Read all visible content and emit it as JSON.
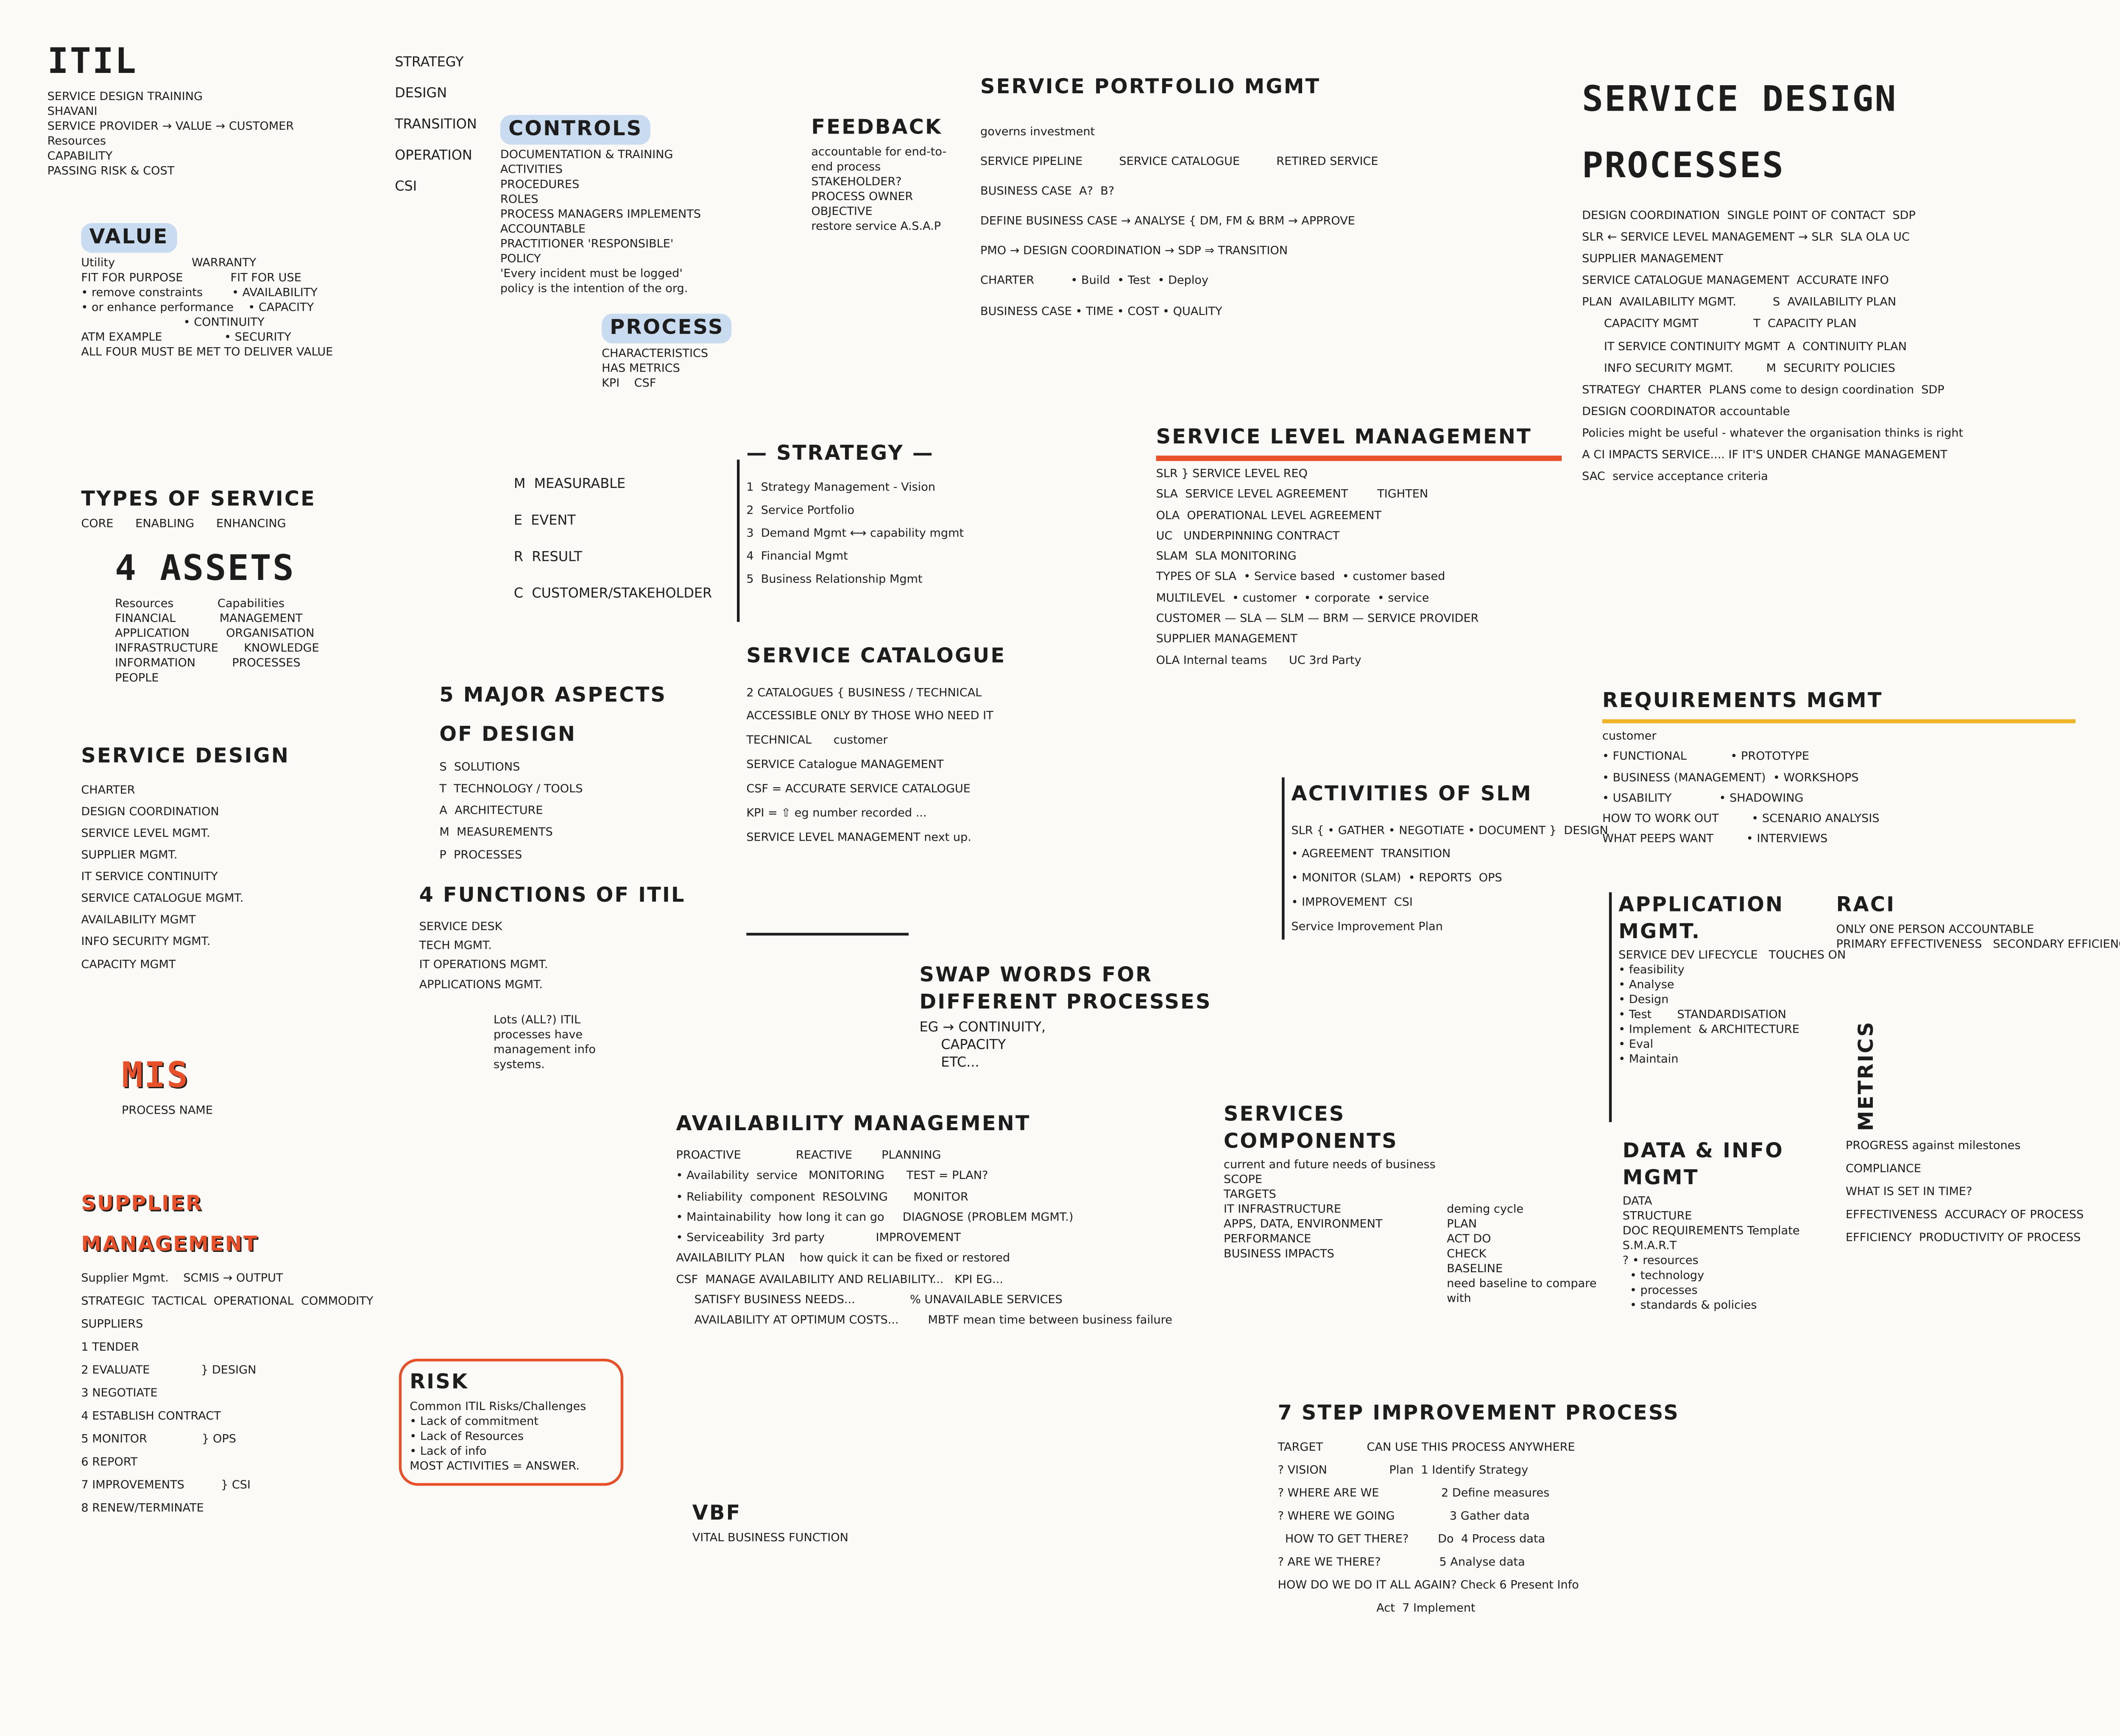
{
  "colors": {
    "ink": "#1d1d1d",
    "orange": "#e8502a",
    "blue": "#c9dcef",
    "yellow": "#f0b429",
    "paper": "#fbfaf6"
  },
  "sections": {
    "itil": {
      "title": "ITIL",
      "lines": [
        "SERVICE DESIGN TRAINING",
        "SHAVANI",
        "SERVICE PROVIDER → VALUE → CUSTOMER",
        "Resources",
        "CAPABILITY",
        "PASSING RISK & COST"
      ]
    },
    "lifecycle": {
      "title": "",
      "lines": [
        "STRATEGY",
        "DESIGN",
        "TRANSITION",
        "OPERATION",
        "CSI"
      ]
    },
    "value": {
      "title": "VALUE",
      "lines": [
        "Utility                     WARRANTY",
        "FIT FOR PURPOSE             FIT FOR USE",
        "• remove constraints        • AVAILABILITY",
        "• or enhance performance    • CAPACITY",
        "                            • CONTINUITY",
        "ATM EXAMPLE                 • SECURITY",
        "ALL FOUR MUST BE MET TO DELIVER VALUE"
      ]
    },
    "types": {
      "title": "Types of Service",
      "lines": [
        "CORE      ENABLING      ENHANCING"
      ]
    },
    "assets": {
      "title": "4 ASSETS",
      "lines": [
        "Resources            Capabilities",
        "FINANCIAL            MANAGEMENT",
        "APPLICATION          ORGANISATION",
        "INFRASTRUCTURE       KNOWLEDGE",
        "INFORMATION          PROCESSES",
        "PEOPLE"
      ]
    },
    "sdleft": {
      "title": "SERVICE DESIGN",
      "lines": [
        "CHARTER",
        "DESIGN COORDINATION",
        "SERVICE LEVEL MGMT.",
        "SUPPLIER MGMT.",
        "IT SERVICE CONTINUITY",
        "SERVICE CATALOGUE MGMT.",
        "AVAILABILITY MGMT",
        "INFO SECURITY MGMT.",
        "CAPACITY MGMT"
      ]
    },
    "mis": {
      "title": "MIS",
      "lines": [
        "PROCESS NAME"
      ]
    },
    "controls": {
      "title": "CONTROLS",
      "lines": [
        "DOCUMENTATION & TRAINING",
        "ACTIVITIES",
        "PROCEDURES",
        "ROLES",
        "PROCESS MANAGERS IMPLEMENTS",
        "ACCOUNTABLE",
        "PRACTITIONER 'RESPONSIBLE'",
        "POLICY",
        "'Every incident must be logged'",
        "policy is the intention of the org."
      ]
    },
    "process": {
      "title": "PROCESS",
      "lines": [
        "CHARACTERISTICS",
        "HAS METRICS",
        "KPI    CSF"
      ]
    },
    "owner": {
      "title": "FEEDBACK",
      "lines": [
        "accountable for end-to-end process",
        "STAKEHOLDER?",
        "PROCESS OWNER",
        "OBJECTIVE",
        "restore service A.S.A.P"
      ]
    },
    "merc": {
      "title": "",
      "lines": [
        "M  MEASURABLE",
        "E  EVENT",
        "R  RESULT",
        "C  CUSTOMER/STAKEHOLDER"
      ]
    },
    "aspects": {
      "title": "5 MAJOR ASPECTS OF DESIGN",
      "lines": [
        "S  SOLUTIONS",
        "T  TECHNOLOGY / TOOLS",
        "A  ARCHITECTURE",
        "M  MEASUREMENTS",
        "P  PROCESSES"
      ]
    },
    "functions": {
      "title": "4 FUNCTIONS OF ITIL",
      "lines": [
        "SERVICE DESK",
        "TECH MGMT.",
        "IT OPERATIONS MGMT.",
        "APPLICATIONS MGMT."
      ]
    },
    "misnote": {
      "title": "",
      "lines": [
        "Lots (ALL?) ITIL",
        "processes have",
        "management info",
        "systems."
      ]
    },
    "strategy": {
      "title": "— STRATEGY —",
      "lines": [
        "1  Strategy Management - Vision",
        "2  Service Portfolio",
        "3  Demand Mgmt ⟷ capability mgmt",
        "4  Financial Mgmt",
        "5  Business Relationship Mgmt"
      ]
    },
    "catalogue": {
      "title": "SERVICE CATALOGUE",
      "lines": [
        "2 CATALOGUES { BUSINESS / TECHNICAL",
        "ACCESSIBLE ONLY BY THOSE WHO NEED IT",
        "TECHNICAL      customer",
        "SERVICE Catalogue MANAGEMENT",
        "CSF = ACCURATE SERVICE CATALOGUE",
        "KPI = ⇧ eg number recorded ...",
        "SERVICE LEVEL MANAGEMENT next up."
      ]
    },
    "portfolio": {
      "title": "SERVICE PORTFOLIO MGMT",
      "lines": [
        "governs investment",
        "SERVICE PIPELINE          SERVICE CATALOGUE          RETIRED SERVICE",
        "BUSINESS CASE  A?  B?",
        "DEFINE BUSINESS CASE → ANALYSE { DM, FM & BRM → APPROVE",
        "PMO → DESIGN COORDINATION → SDP ⇒ TRANSITION",
        "CHARTER          • Build  • Test  • Deploy",
        "BUSINESS CASE • TIME • COST • QUALITY"
      ]
    },
    "slm": {
      "title": "SERVICE LEVEL MANAGEMENT",
      "lines": [
        "SLR } SERVICE LEVEL REQ",
        "SLA  SERVICE LEVEL AGREEMENT        TIGHTEN",
        "OLA  OPERATIONAL LEVEL AGREEMENT",
        "UC   UNDERPINNING CONTRACT",
        "SLAM  SLA MONITORING",
        "TYPES OF SLA  • Service based  • customer based",
        "MULTILEVEL  • customer  • corporate  • service",
        "CUSTOMER — SLA — SLM — BRM — SERVICE PROVIDER",
        "SUPPLIER MANAGEMENT",
        "OLA Internal teams      UC 3rd Party"
      ]
    },
    "slmact": {
      "title": "ACTIVITIES of SLM",
      "lines": [
        "SLR { • GATHER • NEGOTIATE • DOCUMENT }  DESIGN",
        "• AGREEMENT  TRANSITION",
        "• MONITOR (SLAM)  • REPORTS  OPS",
        "• IMPROVEMENT  CSI",
        "Service Improvement Plan"
      ]
    },
    "sdproc": {
      "title": "SERVICE DESIGN Processes",
      "lines": [
        "DESIGN COORDINATION  SINGLE POINT OF CONTACT  SDP",
        "SLR ← SERVICE LEVEL MANAGEMENT → SLR  SLA OLA UC",
        "SUPPLIER MANAGEMENT",
        "SERVICE CATALOGUE MANAGEMENT  ACCURATE INFO",
        "PLAN  AVAILABILITY MGMT.          S  AVAILABILITY PLAN",
        "      CAPACITY MGMT               T  CAPACITY PLAN",
        "      IT SERVICE CONTINUITY MGMT  A  CONTINUITY PLAN",
        "      INFO SECURITY MGMT.         M  SECURITY POLICIES",
        "STRATEGY  CHARTER  PLANS come to design coordination  SDP",
        "DESIGN COORDINATOR accountable",
        "Policies might be useful - whatever the organisation thinks is right",
        "A CI IMPACTS SERVICE.... IF IT'S UNDER CHANGE MANAGEMENT",
        "SAC  service acceptance criteria"
      ]
    },
    "req": {
      "title": "REQUIREMENTS MGMT",
      "lines": [
        "customer",
        "• FUNCTIONAL            • PROTOTYPE",
        "• BUSINESS (MANAGEMENT)  • WORKSHOPS",
        "• USABILITY             • SHADOWING",
        "HOW TO WORK OUT         • SCENARIO ANALYSIS",
        "WHAT PEEPS WANT         • INTERVIEWS"
      ]
    },
    "app": {
      "title": "APPLICATION MGMT.",
      "lines": [
        "SERVICE DEV LIFECYCLE   TOUCHES ON",
        "• feasibility",
        "• Analyse",
        "• Design",
        "• Test       STANDARDISATION",
        "• Implement  & ARCHITECTURE",
        "• Eval",
        "• Maintain"
      ]
    },
    "raci": {
      "title": "RACI",
      "lines": [
        "ONLY ONE PERSON ACCOUNTABLE",
        "PRIMARY EFFECTIVENESS   SECONDARY EFFICIENCY"
      ]
    },
    "metrics": {
      "title": "METRICS",
      "lines": [
        "PROGRESS against milestones",
        "COMPLIANCE",
        "WHAT IS SET IN TIME?",
        "EFFECTIVENESS  ACCURACY OF PROCESS",
        "EFFICIENCY  PRODUCTIVITY OF PROCESS"
      ]
    },
    "datainfo": {
      "title": "DATA & INFO MGMT",
      "lines": [
        "DATA",
        "STRUCTURE",
        "DOC REQUIREMENTS Template",
        "S.M.A.R.T",
        "? • resources",
        "  • technology",
        "  • processes",
        "  • standards & policies"
      ]
    },
    "swap": {
      "title": "SWAP WORDS FOR DIFFERENT PROCESSES",
      "lines": [
        "EG → CONTINUITY,",
        "     CAPACITY",
        "     ETC..."
      ]
    },
    "avail": {
      "title": "Availability Management",
      "lines": [
        "PROACTIVE               REACTIVE        PLANNING",
        "• Availability  service   MONITORING      TEST = PLAN?",
        "• Reliability  component  RESOLVING       MONITOR",
        "• Maintainability  how long it can go     DIAGNOSE (PROBLEM MGMT.)",
        "• Serviceability  3rd party              IMPROVEMENT",
        "AVAILABILITY PLAN    how quick it can be fixed or restored",
        "CSF  MANAGE AVAILABILITY AND RELIABILITY...   KPI EG...",
        "     SATISFY BUSINESS NEEDS...               % UNAVAILABLE SERVICES",
        "     AVAILABILITY AT OPTIMUM COSTS...        MBTF mean time between business failure"
      ]
    },
    "scope": {
      "title": "SERVICES COMPONENTS",
      "lines": [
        "current and future needs of business",
        "SCOPE",
        "TARGETS",
        "IT INFRASTRUCTURE",
        "APPS, DATA, ENVIRONMENT",
        "PERFORMANCE",
        "BUSINESS IMPACTS"
      ]
    },
    "deming": {
      "title": "",
      "lines": [
        "deming cycle",
        "PLAN",
        "ACT      DO",
        "CHECK",
        "BASELINE",
        "need baseline to compare with"
      ]
    },
    "supplier": {
      "title": "SUPPLIER MANAGEMENT",
      "lines": [
        "Supplier Mgmt.    SCMIS → OUTPUT",
        "STRATEGIC  TACTICAL  OPERATIONAL  COMMODITY",
        "SUPPLIERS",
        "1 TENDER",
        "2 EVALUATE              } DESIGN",
        "3 NEGOTIATE",
        "4 ESTABLISH CONTRACT",
        "5 MONITOR               } OPS",
        "6 REPORT",
        "7 IMPROVEMENTS          } CSI",
        "8 RENEW/TERMINATE"
      ]
    },
    "risk": {
      "title": "RISK",
      "lines": [
        "Common ITIL Risks/Challenges",
        "• Lack of commitment",
        "• Lack of Resources",
        "• Lack of info",
        "MOST ACTIVITIES = ANSWER."
      ]
    },
    "vbf": {
      "title": "VBF",
      "lines": [
        "VITAL BUSINESS FUNCTION"
      ]
    },
    "seven": {
      "title": "7 STEP IMPROVEMENT PROCESS",
      "lines": [
        "TARGET            CAN USE THIS PROCESS ANYWHERE",
        "? VISION                 Plan  1 Identify Strategy",
        "? WHERE ARE WE                 2 Define measures",
        "? WHERE WE GOING               3 Gather data",
        "  HOW TO GET THERE?        Do  4 Process data",
        "? ARE WE THERE?                5 Analyse data",
        "HOW DO WE DO IT ALL AGAIN? Check 6 Present Info",
        "                           Act  7 Implement"
      ]
    }
  }
}
